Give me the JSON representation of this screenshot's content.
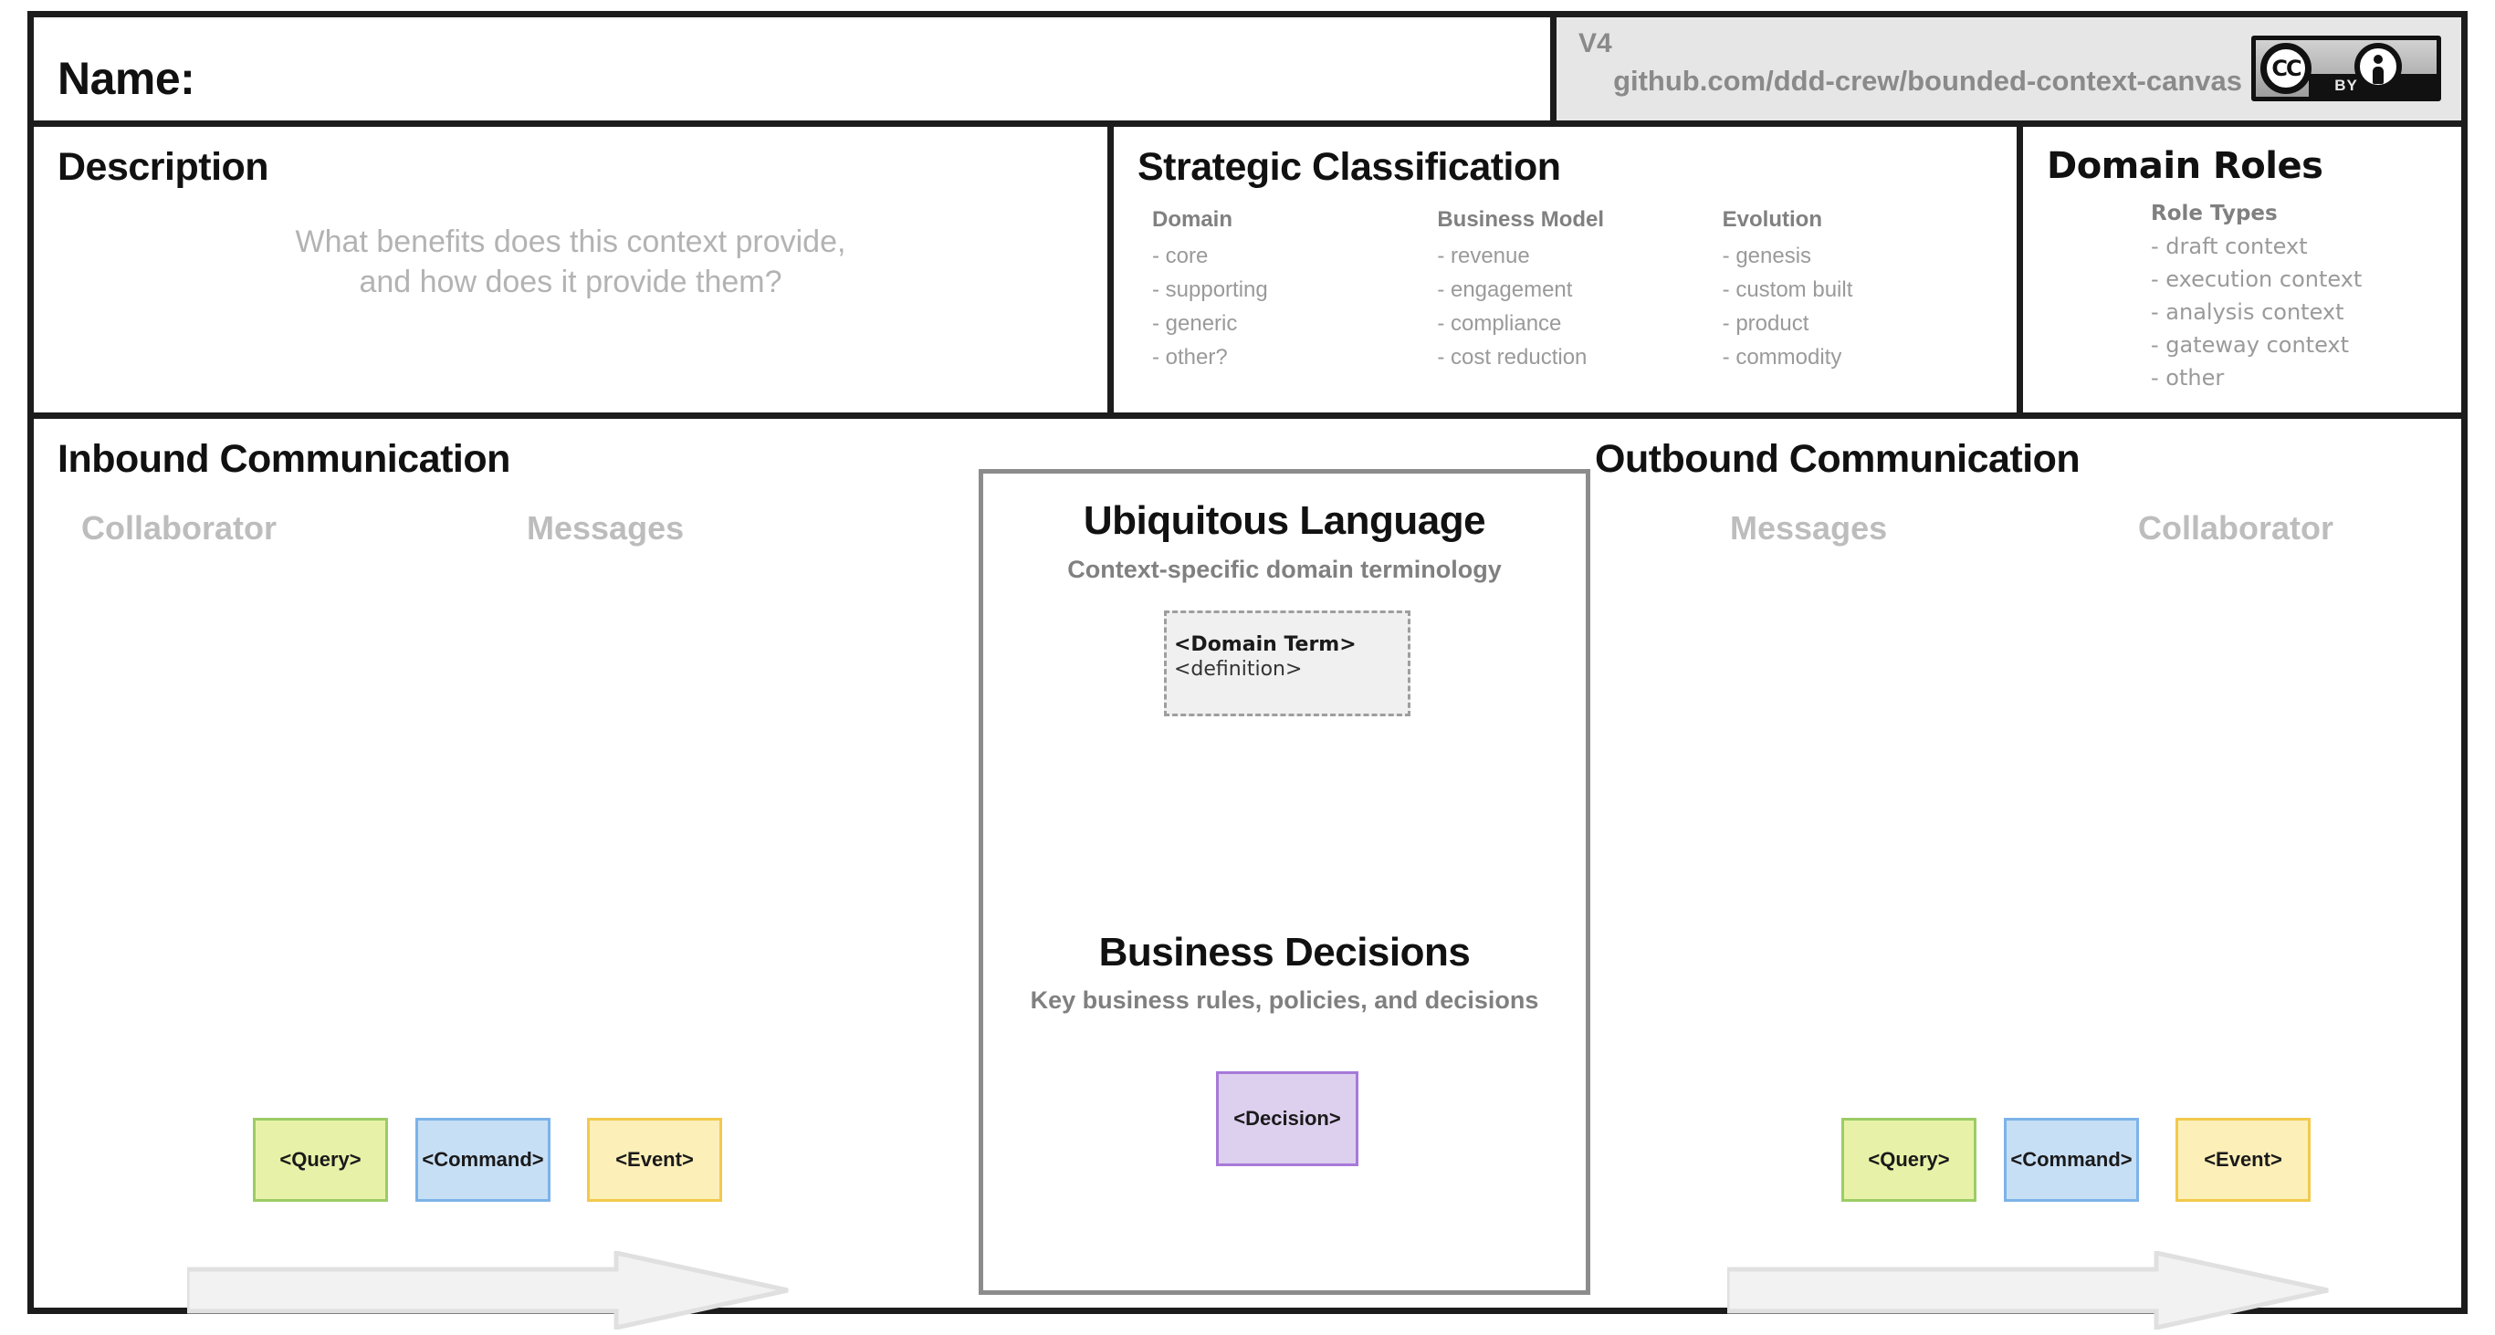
{
  "header": {
    "name_label": "Name:",
    "version": "V4",
    "url": "github.com/ddd-crew/bounded-context-canvas",
    "license_badge": {
      "cc_glyph": "CC",
      "by_text": "BY"
    }
  },
  "description": {
    "title": "Description",
    "placeholder_line1": "What benefits does this context provide,",
    "placeholder_line2": "and how does it provide them?"
  },
  "strategic_classification": {
    "title": "Strategic Classification",
    "columns": [
      {
        "heading": "Domain",
        "items": [
          "- core",
          "- supporting",
          "- generic",
          "- other?"
        ]
      },
      {
        "heading": "Business Model",
        "items": [
          "- revenue",
          "- engagement",
          "- compliance",
          "- cost reduction"
        ]
      },
      {
        "heading": "Evolution",
        "items": [
          "- genesis",
          "- custom built",
          "- product",
          "- commodity"
        ]
      }
    ]
  },
  "domain_roles": {
    "title": "Domain Roles",
    "heading": "Role Types",
    "items": [
      "- draft context",
      "- execution context",
      "- analysis context",
      "- gateway context",
      "- other"
    ]
  },
  "inbound": {
    "title": "Inbound Communication",
    "label_left": "Collaborator",
    "label_right": "Messages",
    "chips": [
      {
        "label": "<Query>"
      },
      {
        "label": "<Command>"
      },
      {
        "label": "<Event>"
      }
    ]
  },
  "outbound": {
    "title": "Outbound Communication",
    "label_left": "Messages",
    "label_right": "Collaborator",
    "chips": [
      {
        "label": "<Query>"
      },
      {
        "label": "<Command>"
      },
      {
        "label": "<Event>"
      }
    ]
  },
  "center_panel": {
    "ubiquitous_language": {
      "title": "Ubiquitous Language",
      "subtitle": "Context-specific domain terminology",
      "term_name": "<Domain Term>",
      "term_definition": "<definition>"
    },
    "business_decisions": {
      "title": "Business Decisions",
      "subtitle": "Key business rules, policies, and decisions",
      "decision_label": "<Decision>"
    }
  },
  "colors": {
    "frame": "#1c1c1c",
    "query": "#e7f2a8",
    "query_border": "#9ccc65",
    "command": "#c7dff5",
    "command_border": "#7cb3e8",
    "event": "#fcefb8",
    "event_border": "#f2c94c",
    "decision": "#ddd0ee",
    "decision_border": "#a779d8",
    "muted_text": "#9a9a9a",
    "placeholder_text": "#b3b3b3",
    "version_panel": "#e6e6e6"
  }
}
